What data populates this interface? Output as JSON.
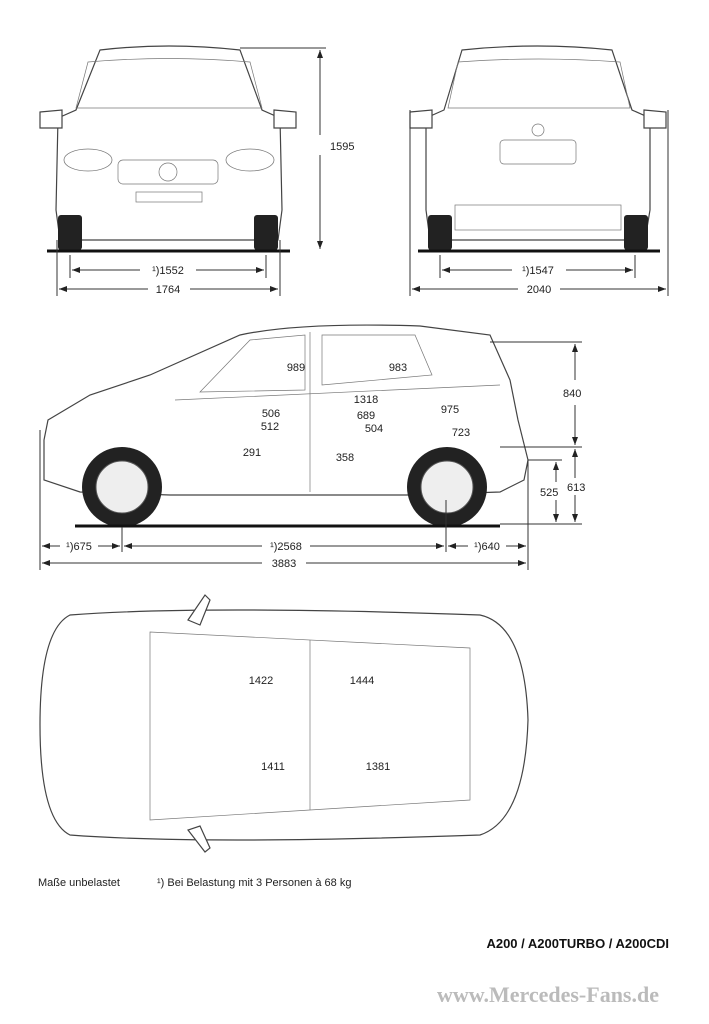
{
  "front_view": {
    "track": "¹)1552",
    "width": "1764",
    "height": "1595"
  },
  "rear_view": {
    "track": "¹)1547",
    "width": "2040"
  },
  "side_view": {
    "front_overhang": "¹)675",
    "wheelbase": "¹)2568",
    "rear_overhang": "¹)640",
    "length": "3883",
    "upper_height": "840",
    "lower_height": "613",
    "loading_sill": "525",
    "interior": {
      "headroom_front": "989",
      "headroom_rear": "983",
      "d1318": "1318",
      "d506": "506",
      "d689": "689",
      "d975": "975",
      "d512": "512",
      "d504": "504",
      "d723": "723",
      "d291": "291",
      "d358": "358"
    }
  },
  "top_view": {
    "shoulder_front": "1422",
    "shoulder_rear": "1444",
    "hip_front": "1411",
    "hip_rear": "1381"
  },
  "footer": {
    "note": "Maße unbelastet",
    "footnote": "¹) Bei Belastung mit 3 Personen à 68 kg",
    "models": "A200 / A200TURBO / A200CDI",
    "watermark": "www.Mercedes-Fans.de"
  }
}
